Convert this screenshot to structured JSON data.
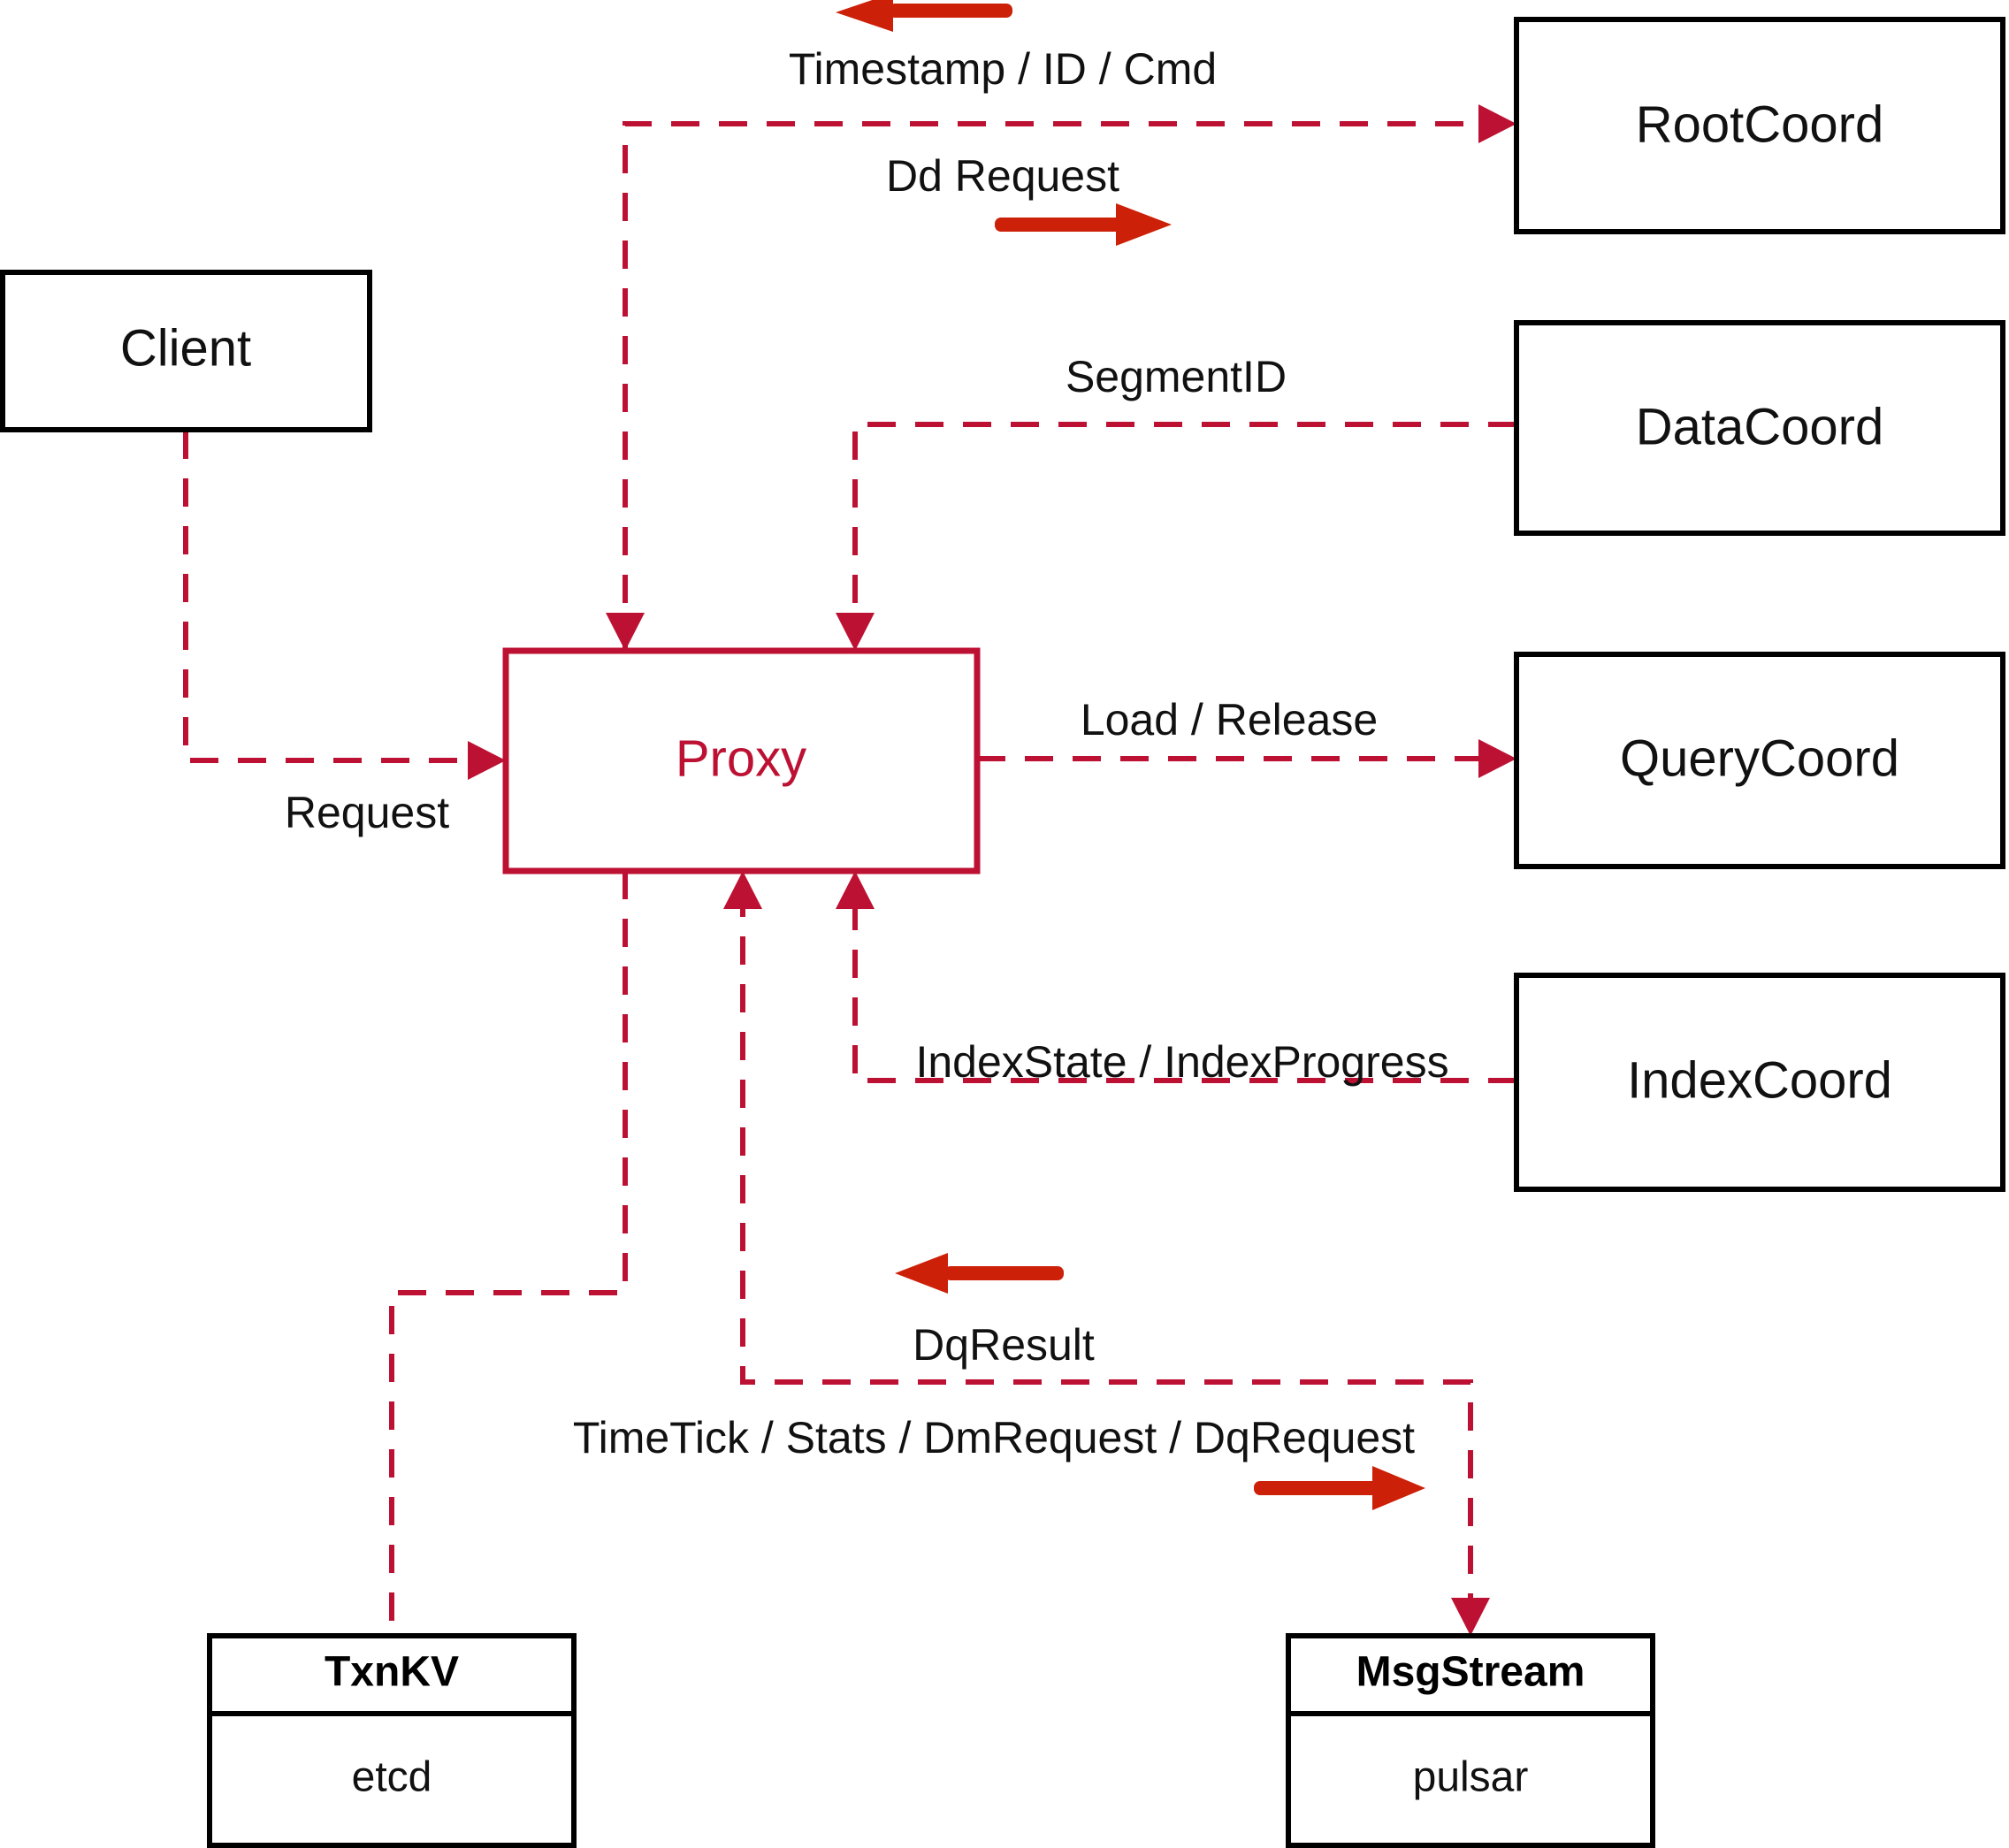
{
  "diagram": {
    "title": "Milvus Proxy Interaction Diagram",
    "accent_color": "#bd1133",
    "arrow_color": "#cc2008",
    "node_border_color": "#000000",
    "background": "#ffffff"
  },
  "nodes": {
    "client": {
      "label": "Client"
    },
    "proxy": {
      "label": "Proxy"
    },
    "root_coord": {
      "label": "RootCoord"
    },
    "data_coord": {
      "label": "DataCoord"
    },
    "query_coord": {
      "label": "QueryCoord"
    },
    "index_coord": {
      "label": "IndexCoord"
    },
    "txn_kv": {
      "label": "TxnKV",
      "implementation": "etcd"
    },
    "msg_stream": {
      "label": "MsgStream",
      "implementation": "pulsar"
    }
  },
  "edges": [
    {
      "id": "timestamp-id-cmd",
      "label": "Timestamp / ID / Cmd",
      "from": "RootCoord",
      "to": "Proxy",
      "direction": "left"
    },
    {
      "id": "dd-request",
      "label": "Dd Request",
      "from": "Proxy",
      "to": "RootCoord",
      "direction": "right"
    },
    {
      "id": "segment-id",
      "label": "SegmentID",
      "from": "DataCoord",
      "to": "Proxy",
      "direction": "left"
    },
    {
      "id": "request",
      "label": "Request",
      "from": "Client",
      "to": "Proxy",
      "direction": "right"
    },
    {
      "id": "load-release",
      "label": "Load / Release",
      "from": "Proxy",
      "to": "QueryCoord",
      "direction": "right"
    },
    {
      "id": "index-state-progress",
      "label": "IndexState / IndexProgress",
      "from": "IndexCoord",
      "to": "Proxy",
      "direction": "left"
    },
    {
      "id": "dq-result",
      "label": "DqResult",
      "from": "MsgStream",
      "to": "Proxy",
      "direction": "left"
    },
    {
      "id": "timetick-stats-dm-dq",
      "label": "TimeTick / Stats / DmRequest / DqRequest",
      "from": "Proxy",
      "to": "MsgStream",
      "direction": "right"
    },
    {
      "id": "txnkv-link",
      "label": "",
      "from": "Proxy",
      "to": "TxnKV",
      "direction": "none"
    }
  ]
}
